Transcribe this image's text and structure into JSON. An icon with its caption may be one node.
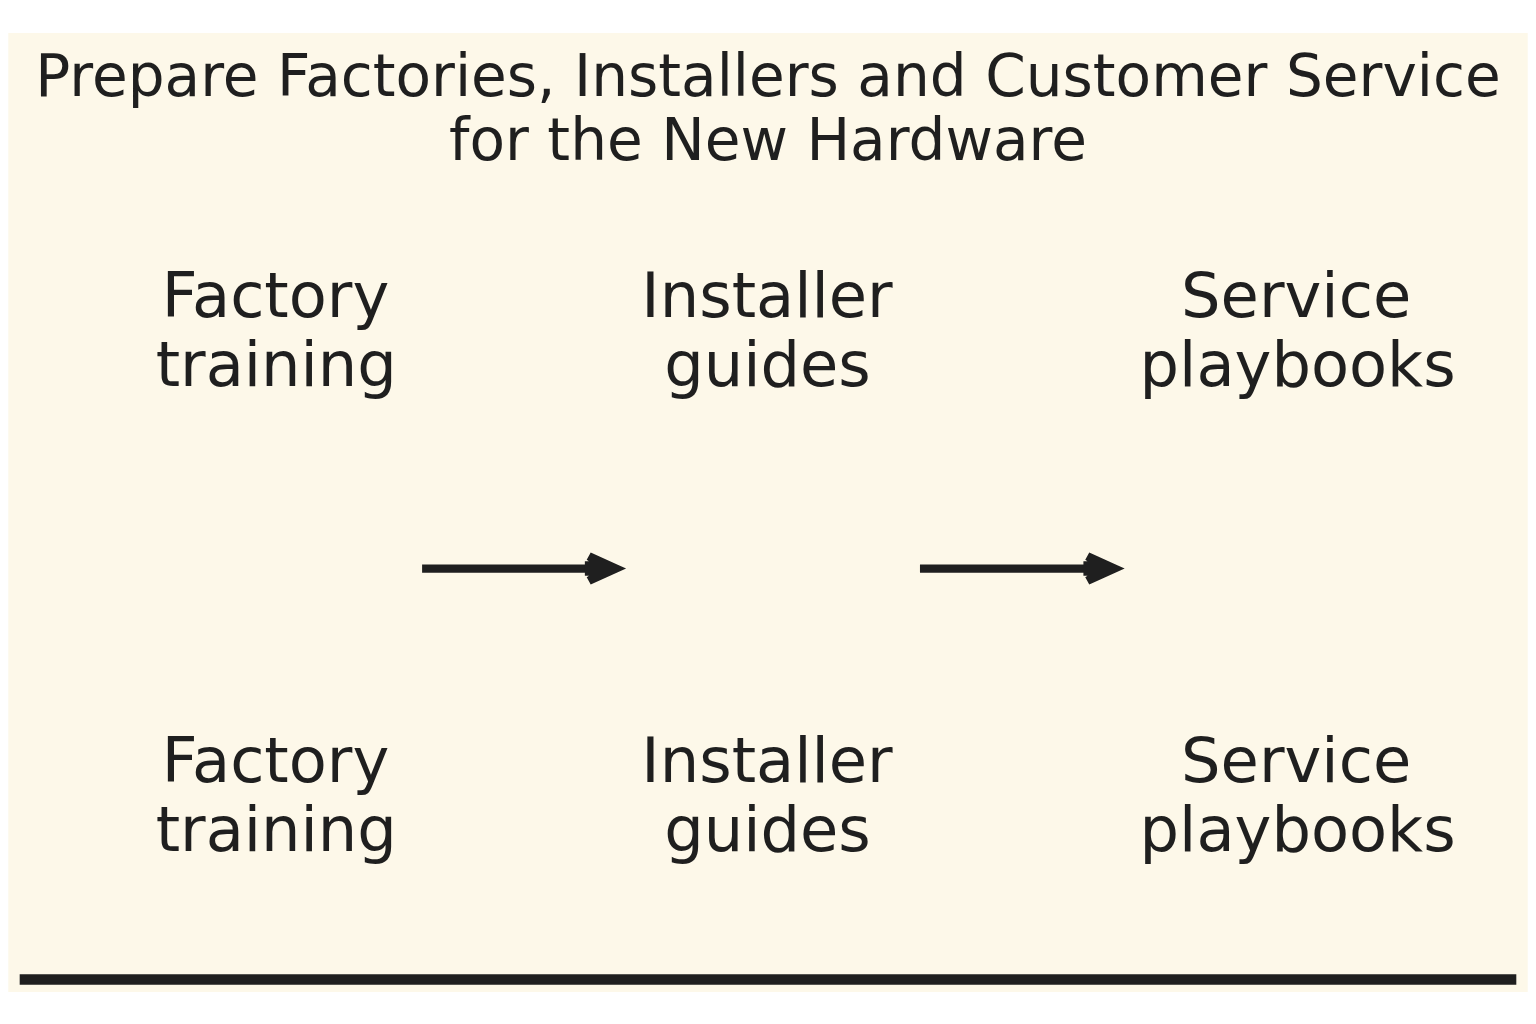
{
  "diagram": {
    "title": "Prepare Factories, Installers and Customer Service for the New Hardware",
    "nodes": [
      {
        "text": [
          "Factory training"
        ],
        "beside": [
          "Factory training"
        ]
      },
      {
        "text": [
          "Installer guides"
        ],
        "beside": [
          "Installer guides"
        ]
      },
      {
        "text": [
          "Service playbooks"
        ],
        "beside": [
          "Service playbooks"
        ]
      }
    ],
    "edges": [
      {
        "from": 0,
        "to": 1,
        "arrow": "to"
      },
      {
        "from": 1,
        "to": 2,
        "arrow": "to"
      }
    ]
  }
}
